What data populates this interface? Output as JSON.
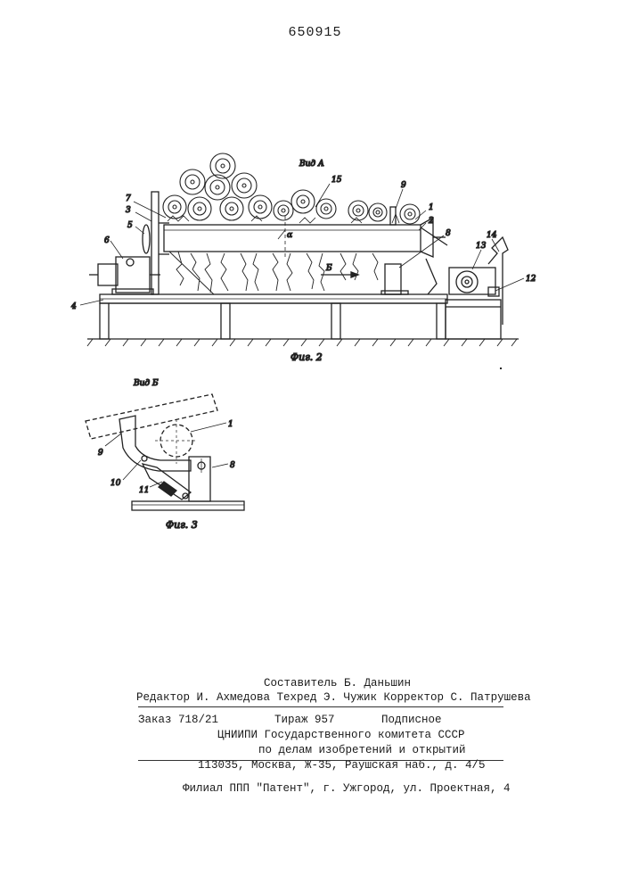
{
  "header": {
    "page_number": "650915"
  },
  "figure2": {
    "view_label": "Вид А",
    "caption": "Фиг. 2",
    "labels": {
      "n1": "1",
      "n2": "2",
      "n3": "3",
      "n4": "4",
      "n5": "5",
      "n6": "6",
      "n7": "7",
      "n8": "8",
      "n9": "9",
      "n12": "12",
      "n13": "13",
      "n14": "14",
      "n15": "15",
      "alpha": "α",
      "arrow_b": "Б"
    }
  },
  "figure3": {
    "view_label": "Вид Б",
    "caption": "Фиг. 3",
    "labels": {
      "n1": "1",
      "n8": "8",
      "n9": "9",
      "n10": "10",
      "n11": "11"
    }
  },
  "colophon": {
    "compiler": "Составитель Б. Даньшин",
    "editors": "Редактор И. Ахмедова Техред Э. Чужик Корректор С. Патрушева",
    "order": "Заказ 718/21",
    "circulation": "Тираж 957",
    "subscription": "Подписное",
    "institute": "ЦНИИПИ Государственного комитета СССР",
    "committee": "по делам изобретений и открытий",
    "address": "113035, Москва, Ж-35, Раушская наб., д. 4/5",
    "branch": "Филиал ППП \"Патент\", г. Ужгород, ул. Проектная, 4"
  }
}
